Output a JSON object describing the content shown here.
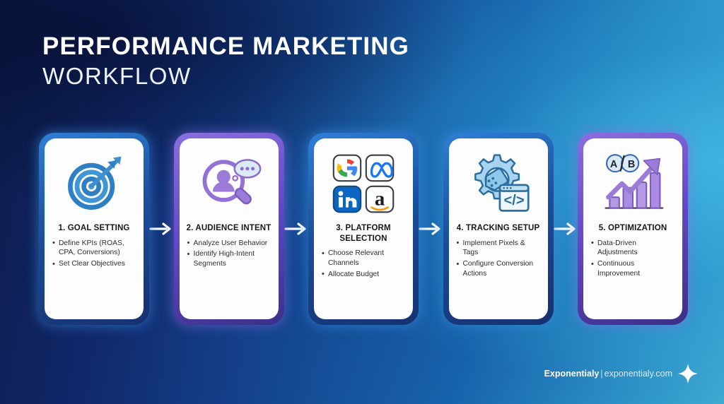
{
  "header": {
    "title_main": "PERFORMANCE MARKETING",
    "title_sub": "WORKFLOW"
  },
  "colors": {
    "bg_dark": "#0c1b4a",
    "bg_light": "#45bee0",
    "glow_blue": "#2f7fd6",
    "glow_purple": "#8a6fe0",
    "card_bg": "#fdfdfd",
    "heading_text": "#15171c",
    "body_text": "#2a2d33",
    "icon_blue": "#3a8ed0",
    "icon_purple": "#9b7ad8",
    "arrow_white": "#ffffff"
  },
  "steps": [
    {
      "title": "1. GOAL SETTING",
      "icon": "target-arrow-icon",
      "accent": "blue",
      "bullets": [
        "Define KPIs (ROAS, CPA, Conversions)",
        "Set Clear Objectives"
      ]
    },
    {
      "title": "2. AUDIENCE INTENT",
      "icon": "magnifier-person-icon",
      "accent": "purple",
      "bullets": [
        "Analyze User Behavior",
        "Identify High-Intent Segments"
      ]
    },
    {
      "title": "3. PLATFORM SELECTION",
      "icon": "platform-logos-icon",
      "accent": "blue",
      "logos": [
        "google-logo",
        "meta-logo",
        "linkedin-logo",
        "amazon-logo"
      ],
      "bullets": [
        "Choose Relevant Channels",
        "Allocate Budget"
      ]
    },
    {
      "title": "4. TRACKING SETUP",
      "icon": "gear-tag-code-icon",
      "accent": "blue",
      "bullets": [
        "Implement Pixels & Tags",
        "Configure Conversion Actions"
      ]
    },
    {
      "title": "5. OPTIMIZATION",
      "icon": "ab-test-growth-chart-icon",
      "accent": "purple",
      "bullets": [
        "Data-Driven Adjustments",
        "Continuous Improvement"
      ]
    }
  ],
  "arrows": {
    "icon": "arrow-right-icon",
    "count": 4
  },
  "footer": {
    "brand": "Exponentialy",
    "separator": "|",
    "url": "exponentialy.com",
    "sparkle_icon": "sparkle-icon"
  }
}
